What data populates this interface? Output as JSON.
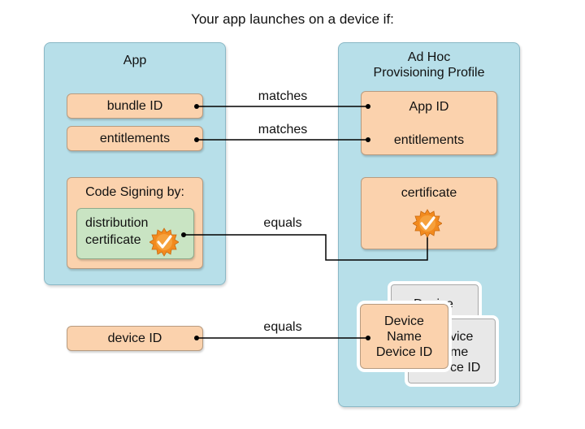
{
  "title": "Your app launches on a device if:",
  "app": {
    "title": "App",
    "bundle_id": "bundle ID",
    "entitlements": "entitlements",
    "code_signing_label": "Code Signing by:",
    "distribution_line1": "distribution",
    "distribution_line2": "certificate",
    "device_id": "device ID"
  },
  "profile": {
    "title_line1": "Ad Hoc",
    "title_line2": "Provisioning Profile",
    "app_id": "App ID",
    "entitlements": "entitlements",
    "certificate": "certificate",
    "device_front": [
      "Device",
      "Name",
      "Device ID"
    ],
    "device_back1_visible": "Device",
    "device_back2_line1": "vice",
    "device_back2_line2": "me",
    "device_back2_line3": "ce ID"
  },
  "connectors": {
    "matches_1": "matches",
    "matches_2": "matches",
    "equals_1": "equals",
    "equals_2": "equals"
  },
  "colors": {
    "panel": "#b7dfe9",
    "box": "#fbd2ad",
    "green": "#c9e4c3",
    "badge": "#f28a1e"
  }
}
